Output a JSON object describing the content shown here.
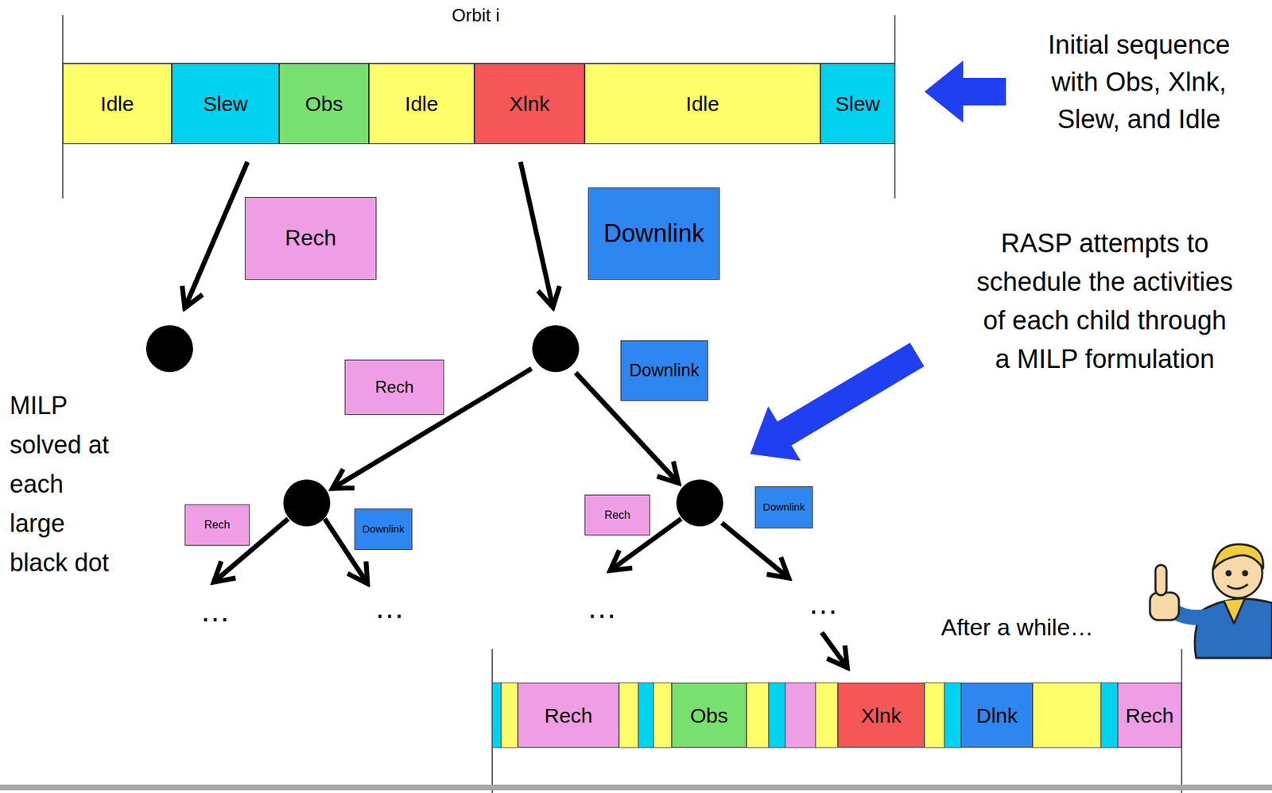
{
  "diagram": {
    "nodes": [
      {
        "text": [
          "Idle"
        ]
      },
      {
        "text": [
          "Slew"
        ]
      },
      {
        "text": [
          "Obs"
        ]
      },
      {
        "text": [
          "Idle"
        ]
      },
      {
        "text": [
          "Xlnk"
        ]
      },
      {
        "text": [
          "Idle"
        ]
      },
      {
        "text": [
          "Slew"
        ]
      },
      {
        "text": [
          "Rech"
        ]
      },
      {
        "text": [
          "Downlink"
        ]
      },
      {
        "text": [
          "Downlink"
        ]
      },
      {
        "text": [
          "Rech"
        ]
      },
      {
        "text": [
          "Rech"
        ]
      },
      {
        "text": [
          "Downlink"
        ]
      },
      {
        "text": [
          "Rech"
        ]
      },
      {
        "text": [
          "Downlink"
        ]
      },
      {
        "text": [
          "Rech"
        ]
      },
      {
        "text": [
          "Obs"
        ]
      },
      {
        "text": [
          "Xlnk"
        ]
      },
      {
        "text": [
          "Dlnk"
        ]
      },
      {
        "text": [
          "Rech"
        ]
      }
    ],
    "labels": [
      "Orbit i",
      "Initial sequence with Obs, Xlnk, Slew, and Idle",
      "RASP attempts to schedule the activities of each child through a MILP formulation",
      "MILP solved at each large black dot",
      "…",
      "…",
      "…",
      "…",
      "After a while…"
    ]
  }
}
